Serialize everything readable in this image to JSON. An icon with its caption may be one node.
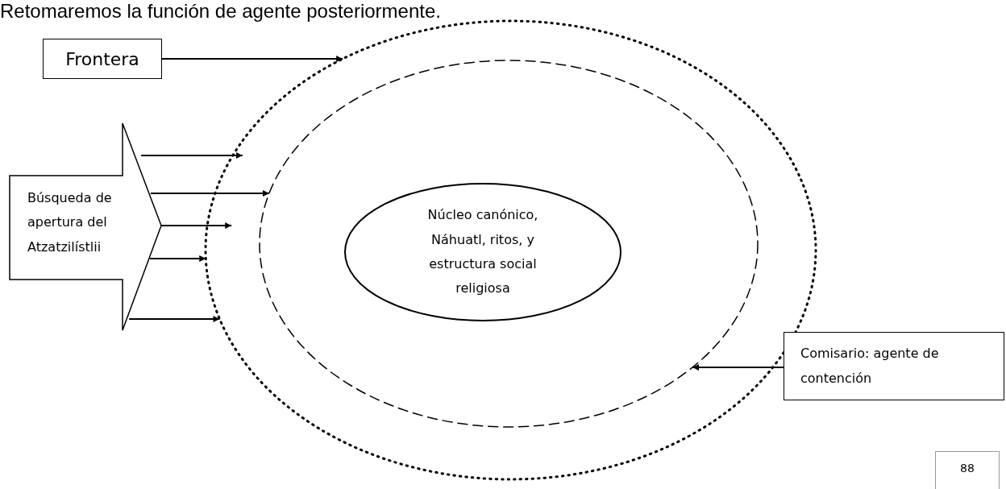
{
  "diagram": {
    "nodes": [
      {
        "text": [
          "Frontera"
        ]
      },
      {
        "text": [
          "Búsqueda de apertura del Atzatzilístlii"
        ]
      },
      {
        "text": [],
        "shape": "ellipse"
      },
      {
        "text": [],
        "shape": "ellipse",
        "in": 2
      },
      {
        "text": [
          "Núcleo canónico, Náhuatl, ritos, y estructura social religiosa"
        ],
        "in": 3
      },
      {
        "text": [
          "Comisario: agente de contención"
        ]
      },
      {
        "text": [
          "88"
        ]
      }
    ],
    "edges": [
      {
        "from": 0,
        "to": 2,
        "arrow": "to"
      },
      {
        "from": 1,
        "to": 2,
        "arrow": "to"
      },
      {
        "from": 1,
        "to": 3,
        "arrow": "to"
      },
      {
        "from": 1,
        "to": 2,
        "arrow": "to"
      },
      {
        "from": 1,
        "to": 2,
        "arrow": "to"
      },
      {
        "from": 1,
        "to": 2,
        "arrow": "to"
      },
      {
        "from": 5,
        "to": 3,
        "arrow": "to"
      }
    ],
    "labels": [
      "Retomaremos la función de agente posteriormente."
    ]
  }
}
